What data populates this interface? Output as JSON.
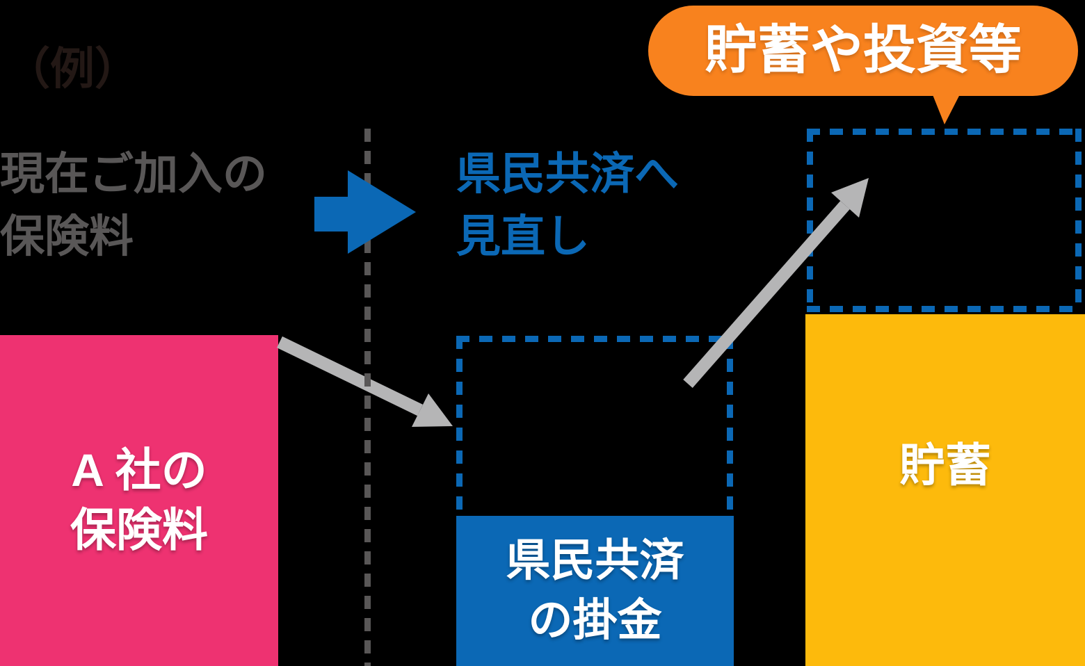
{
  "example_label": "（例）",
  "left_column": {
    "heading_line1": "現在ご加入の",
    "heading_line2": "保険料",
    "bar_line1": "A 社の",
    "bar_line2": "保険料"
  },
  "middle_column": {
    "heading_line1": "県民共済へ",
    "heading_line2": "見直し",
    "bar_line1": "県民共済",
    "bar_line2": "の掛金"
  },
  "right_column": {
    "bar_label": "貯蓄",
    "bubble_label": "貯蓄や投資等"
  },
  "icons": {
    "review_arrow": "right-arrow",
    "premium_shift_arrow": "diagonal-down-right-arrow",
    "savings_shift_arrow": "diagonal-up-right-arrow",
    "bubble_tail": "speech-bubble-tail"
  },
  "colors": {
    "background": "#000000",
    "pink": "#ee3271",
    "blue": "#0b68b5",
    "yellow": "#fdba0c",
    "orange": "#f8821e",
    "arrow_gray": "#b5b5b6",
    "text_gray": "#595757",
    "text_dark": "#231815",
    "white": "#ffffff"
  }
}
